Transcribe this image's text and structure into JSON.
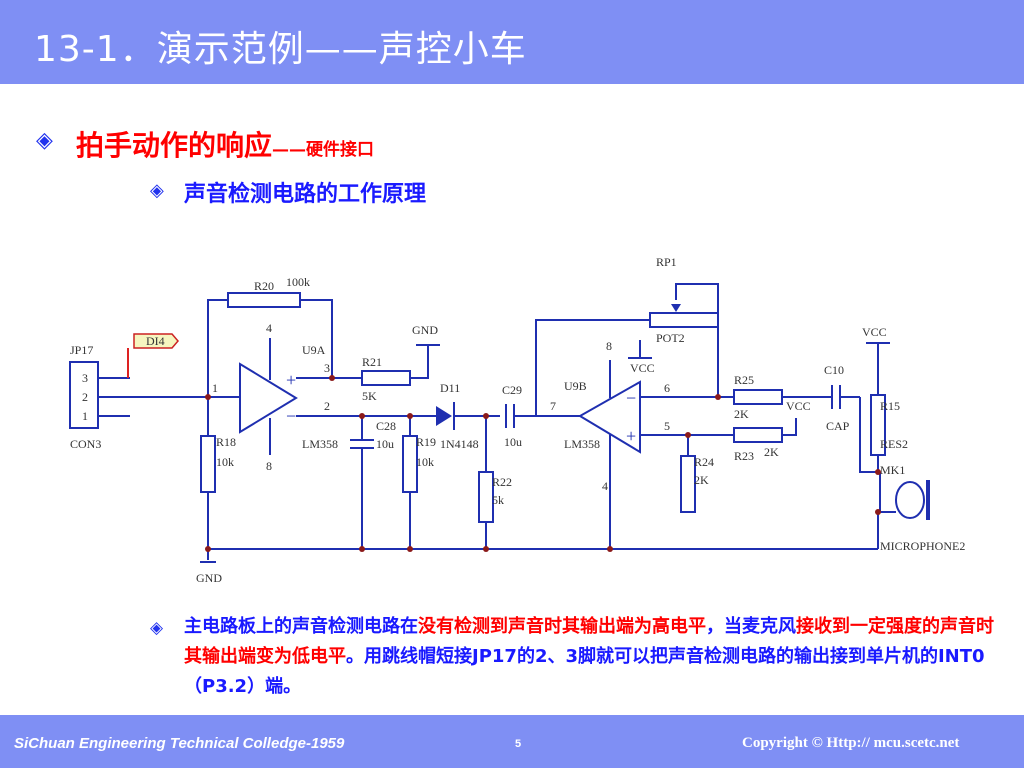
{
  "slide": {
    "title": "13-1．演示范例——声控小车",
    "bullet_glyph": "◈",
    "heading1": "拍手动作的响应",
    "heading1_sub": "——硬件接口",
    "heading2": "声音检测电路的工作原理",
    "paragraph_parts": [
      "主电路板上的声音检测电路在",
      "没有检测到声音时其输出端为高电平",
      "，当麦克风",
      "接收到一定强度的声音时其输出端变为低电平",
      "。用跳线帽短接JP17的2、3脚就可以把声音检测电路的输出接到单片机的INT0（P3.2）端。"
    ]
  },
  "circuit": {
    "labels": {
      "rp1": "RP1",
      "r20": "R20",
      "r20_val": "100k",
      "gnd_top": "GND",
      "vcc1": "VCC",
      "vcc_right": "VCC",
      "jp17": "JP17",
      "di4": "DI4",
      "u9a": "U9A",
      "pin4a": "4",
      "pin3": "3",
      "r21": "R21",
      "r21_val": "5K",
      "pin1": "1",
      "pin2": "2",
      "d11": "D11",
      "c29": "C29",
      "u9b": "U9B",
      "pin8b": "8",
      "pot2": "POT2",
      "pin6": "6",
      "pin7": "7",
      "pin5": "5",
      "r25": "R25",
      "r25_val": "2K",
      "vcc2": "VCC",
      "c10": "C10",
      "c10_val": "CAP",
      "r15": "R15",
      "res2": "RES2",
      "mk1": "MK1",
      "j3": "3",
      "j2": "2",
      "j1": "1",
      "con3": "CON3",
      "r18": "R18",
      "r18_val": "10k",
      "lm358a": "LM358",
      "pin8a": "8",
      "c28": "C28",
      "c28_val": "10u",
      "r19": "R19",
      "r19_val": "10k",
      "d11_val": "1N4148",
      "c29_val": "10u",
      "lm358b": "LM358",
      "pin4b": "4",
      "r24": "R24",
      "r24_val": "2K",
      "r23": "R23",
      "r23_val": "2K",
      "r22": "R22",
      "r22_val": "5k",
      "mic": "MICROPHONE2",
      "gnd_bottom": "GND",
      "plus": "+",
      "minus": "−"
    }
  },
  "footer": {
    "left": "SiChuan Engineering Technical Colledge-1959",
    "page": "5",
    "right": "Copyright © Http:// mcu.scetc.net"
  }
}
